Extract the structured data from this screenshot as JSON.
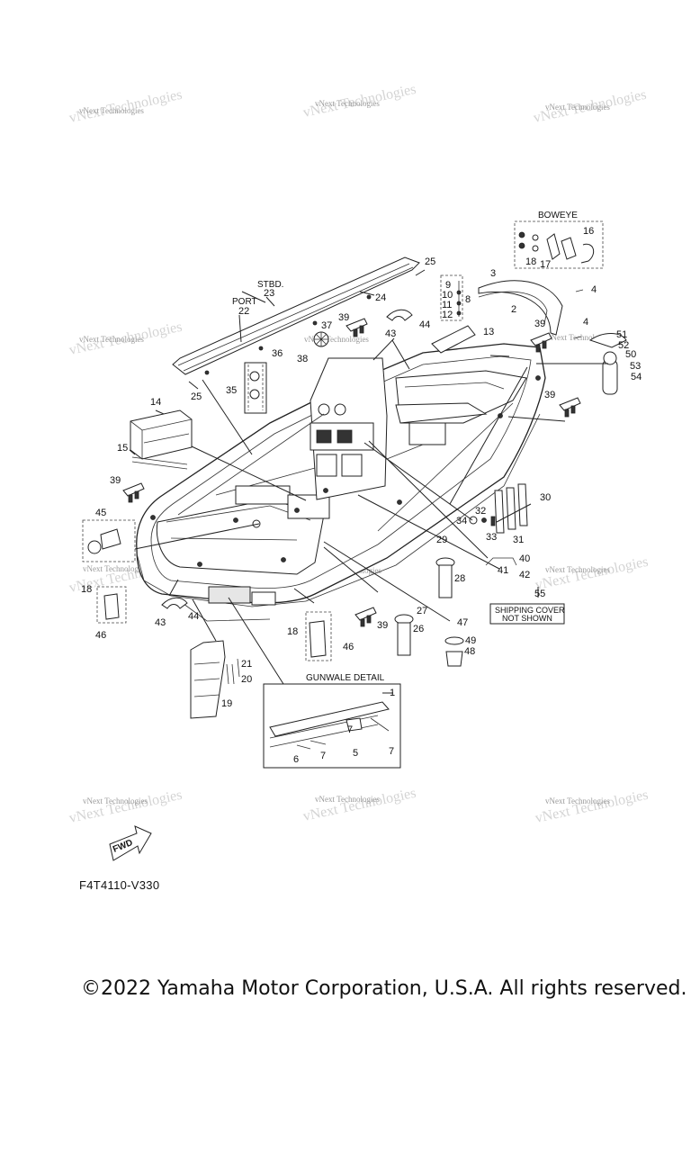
{
  "watermark": "vNext Technologies",
  "sections": {
    "boweye": "BOWEYE",
    "stbd": "STBD.",
    "port": "PORT",
    "gunwale_detail": "GUNWALE DETAIL",
    "shipping_cover": [
      "SHIPPING COVER",
      "NOT SHOWN"
    ],
    "fwd": "FWD"
  },
  "callouts": {
    "c1": "1",
    "c2": "2",
    "c3": "3",
    "c4a": "4",
    "c4b": "4",
    "c5": "5",
    "c6": "6",
    "c7a": "7",
    "c7b": "7",
    "c7c": "7",
    "c8": "8",
    "c9": "9",
    "c10": "10",
    "c11": "11",
    "c12": "12",
    "c13": "13",
    "c14": "14",
    "c15": "15",
    "c16": "16",
    "c17": "17",
    "c18a": "18",
    "c18b": "18",
    "c18c": "18",
    "c19": "19",
    "c20": "20",
    "c21": "21",
    "c22": "22",
    "c23": "23",
    "c24": "24",
    "c25a": "25",
    "c25b": "25",
    "c26": "26",
    "c27": "27",
    "c28": "28",
    "c29": "29",
    "c30": "30",
    "c31": "31",
    "c32": "32",
    "c33": "33",
    "c34": "34",
    "c35": "35",
    "c36": "36",
    "c37": "37",
    "c38": "38",
    "c39a": "39",
    "c39b": "39",
    "c39c": "39",
    "c39d": "39",
    "c39e": "39",
    "c40": "40",
    "c41": "41",
    "c42": "42",
    "c43a": "43",
    "c43b": "43",
    "c44a": "44",
    "c44b": "44",
    "c45": "45",
    "c46a": "46",
    "c46b": "46",
    "c47": "47",
    "c48": "48",
    "c49": "49",
    "c50": "50",
    "c51": "51",
    "c52": "52",
    "c53": "53",
    "c54": "54",
    "c55": "55"
  },
  "diagram_code": "F4T4110-V330",
  "copyright": "©2022 Yamaha Motor Corporation, U.S.A. All rights reserved."
}
